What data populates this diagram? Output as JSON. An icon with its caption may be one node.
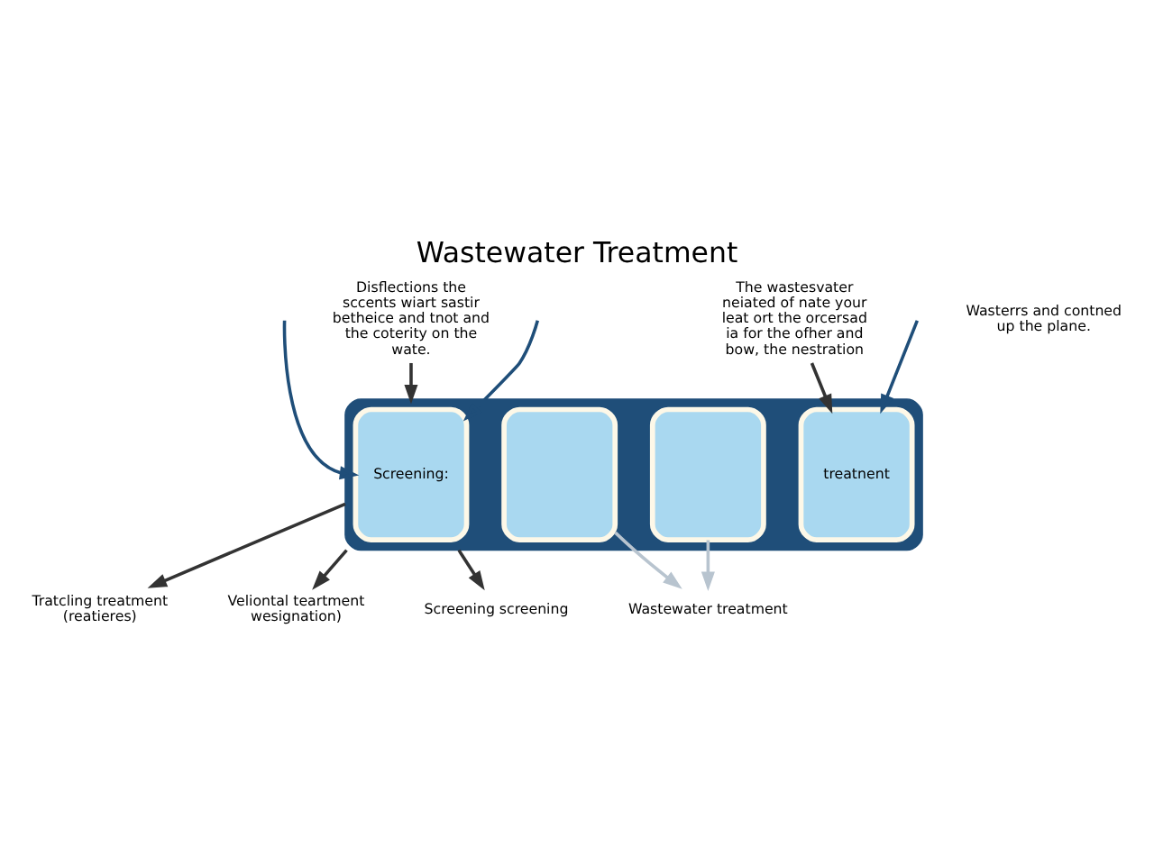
{
  "diagram": {
    "title": "Wastewater Treatment",
    "nodes": [
      {
        "text": [],
        "shape": "box"
      },
      {
        "text": [
          "Screening:"
        ],
        "in": 0
      },
      {
        "text": [],
        "shape": "box",
        "in": 0
      },
      {
        "text": [],
        "shape": "box",
        "in": 0
      },
      {
        "text": [
          "treatnent"
        ],
        "in": 0
      },
      {
        "text": [
          "Wastewater treatment"
        ]
      },
      {
        "text": [
          "The wastesvater neiated of nate your leat ort the orcersad ia for the ofher and bow, the nestration"
        ]
      },
      {
        "text": [
          "Wasterrs and contned up the plane."
        ]
      },
      {
        "text": [
          "Disflections the sccents wiart sastir betheice and tnot and the coterity on the wate."
        ]
      },
      {
        "text": [
          "Screening screening"
        ]
      },
      {
        "text": [
          "Tratcling treatment (reatieres)"
        ]
      },
      {
        "text": [
          "Veliontal teartment wesignation)"
        ]
      }
    ],
    "edges": [
      {
        "from": null,
        "to": 1,
        "arrow": "to"
      },
      {
        "from": null,
        "to": 4,
        "arrow": "to"
      },
      {
        "from": null,
        "to": 1,
        "arrow": "to"
      },
      {
        "from": 2,
        "to": 5,
        "arrow": "to",
        "color": "#b8c4cf"
      },
      {
        "from": 3,
        "to": 5,
        "arrow": "to",
        "color": "#b8c4cf"
      },
      {
        "from": 6,
        "to": 4,
        "arrow": "to",
        "color": "#333333"
      },
      {
        "from": 8,
        "to": 0,
        "arrow": "to",
        "color": "#333333"
      },
      {
        "from": 0,
        "to": 9,
        "arrow": "to",
        "color": "#333333"
      },
      {
        "from": 0,
        "to": 10,
        "arrow": "to",
        "color": "#333333"
      },
      {
        "from": 0,
        "to": 11,
        "arrow": "to",
        "color": "#333333"
      }
    ]
  }
}
